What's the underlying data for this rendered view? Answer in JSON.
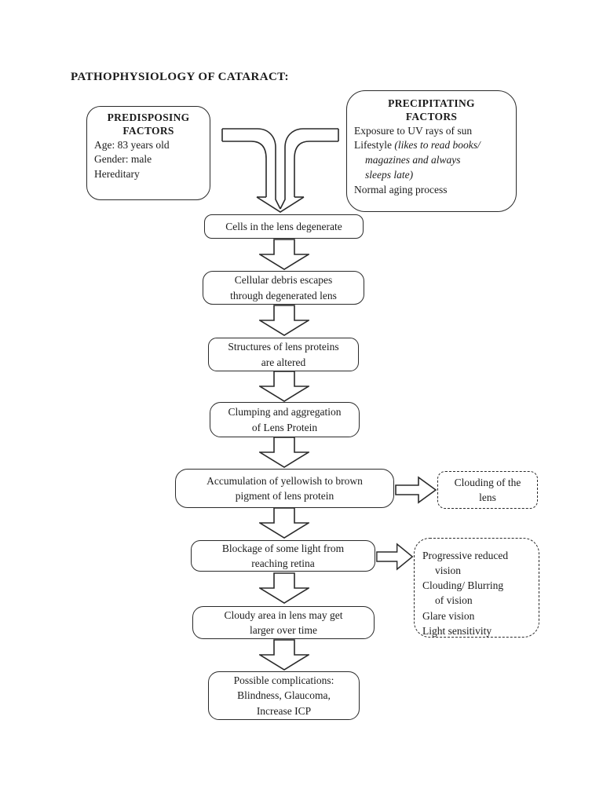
{
  "page": {
    "title": "PATHOPHYSIOLOGY OF CATARACT:"
  },
  "factors": {
    "predisposing": {
      "heading": "PREDISPOSING\nFACTORS",
      "lines": [
        "Age: 83 years old",
        "Gender: male",
        "Hereditary"
      ]
    },
    "precipitating": {
      "heading": "PRECIPITATING\nFACTORS",
      "line_uv": "Exposure to UV rays of sun",
      "lifestyle_label": "Lifestyle ",
      "lifestyle_detail": "(likes to read books/\nmagazines and always\nsleeps late)",
      "line_aging": "Normal aging process"
    }
  },
  "flow": {
    "steps": [
      {
        "text": "Cells in the lens degenerate"
      },
      {
        "text": "Cellular debris escapes\nthrough degenerated lens"
      },
      {
        "text": "Structures of lens proteins\nare altered"
      },
      {
        "text": "Clumping and aggregation\nof Lens Protein"
      },
      {
        "text": "Accumulation of yellowish to brown\npigment of lens protein"
      },
      {
        "text": "Blockage of some light from\nreaching retina"
      },
      {
        "text": "Cloudy area in lens may get\nlarger over time"
      },
      {
        "text": "Possible complications:\nBlindness, Glaucoma,\nIncrease ICP"
      }
    ]
  },
  "sideboxes": {
    "clouding": {
      "text": "Clouding of the\nlens"
    },
    "symptoms": {
      "items": [
        "Progressive reduced\nvision",
        "Clouding/ Blurring\nof vision",
        "Glare vision",
        "Light sensitivity"
      ]
    }
  },
  "colors": {
    "ink": "#1b1b1b",
    "line": "#2a2a2a",
    "background": "#ffffff"
  }
}
